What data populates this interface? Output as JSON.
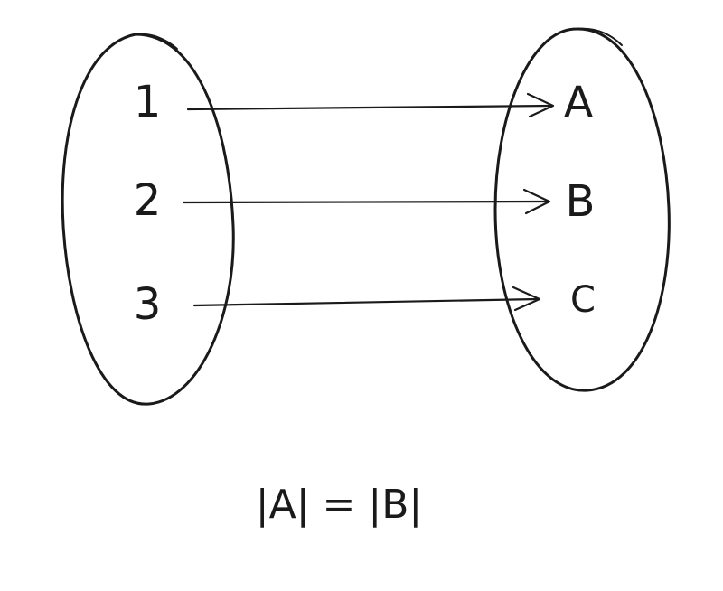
{
  "domain_set": {
    "elements": [
      "1",
      "2",
      "3"
    ]
  },
  "codomain_set": {
    "elements": [
      "A",
      "B",
      "C"
    ]
  },
  "mappings": [
    {
      "from": "1",
      "to": "A"
    },
    {
      "from": "2",
      "to": "B"
    },
    {
      "from": "3",
      "to": "C"
    }
  ],
  "caption": "|A| = |B|",
  "colors": {
    "ink": "#1a1a1a",
    "background": "#ffffff"
  }
}
